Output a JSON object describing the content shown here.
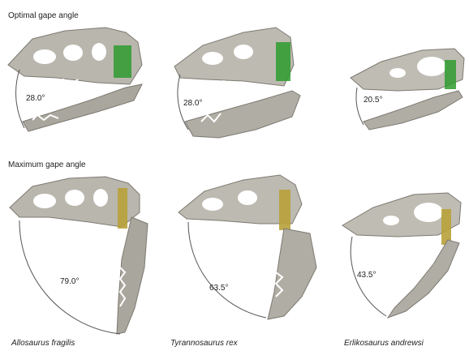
{
  "rows": [
    {
      "title": "Optimal gape angle",
      "angles": [
        "28.0°",
        "28.0°",
        "20.5°"
      ]
    },
    {
      "title": "Maximum gape angle",
      "angles": [
        "79.0°",
        "63.5°",
        "43.5°"
      ]
    }
  ],
  "species": [
    "Allosaurus fragilis",
    "Tyrannosaurus rex",
    "Erlikosaurus andrewsi"
  ],
  "colors": {
    "bone": "#b9b6ad",
    "bone_dark": "#7d7a72",
    "muscle_optimal": "#2e9b2e",
    "muscle_max": "#b8a13a",
    "arc": "#555555"
  }
}
